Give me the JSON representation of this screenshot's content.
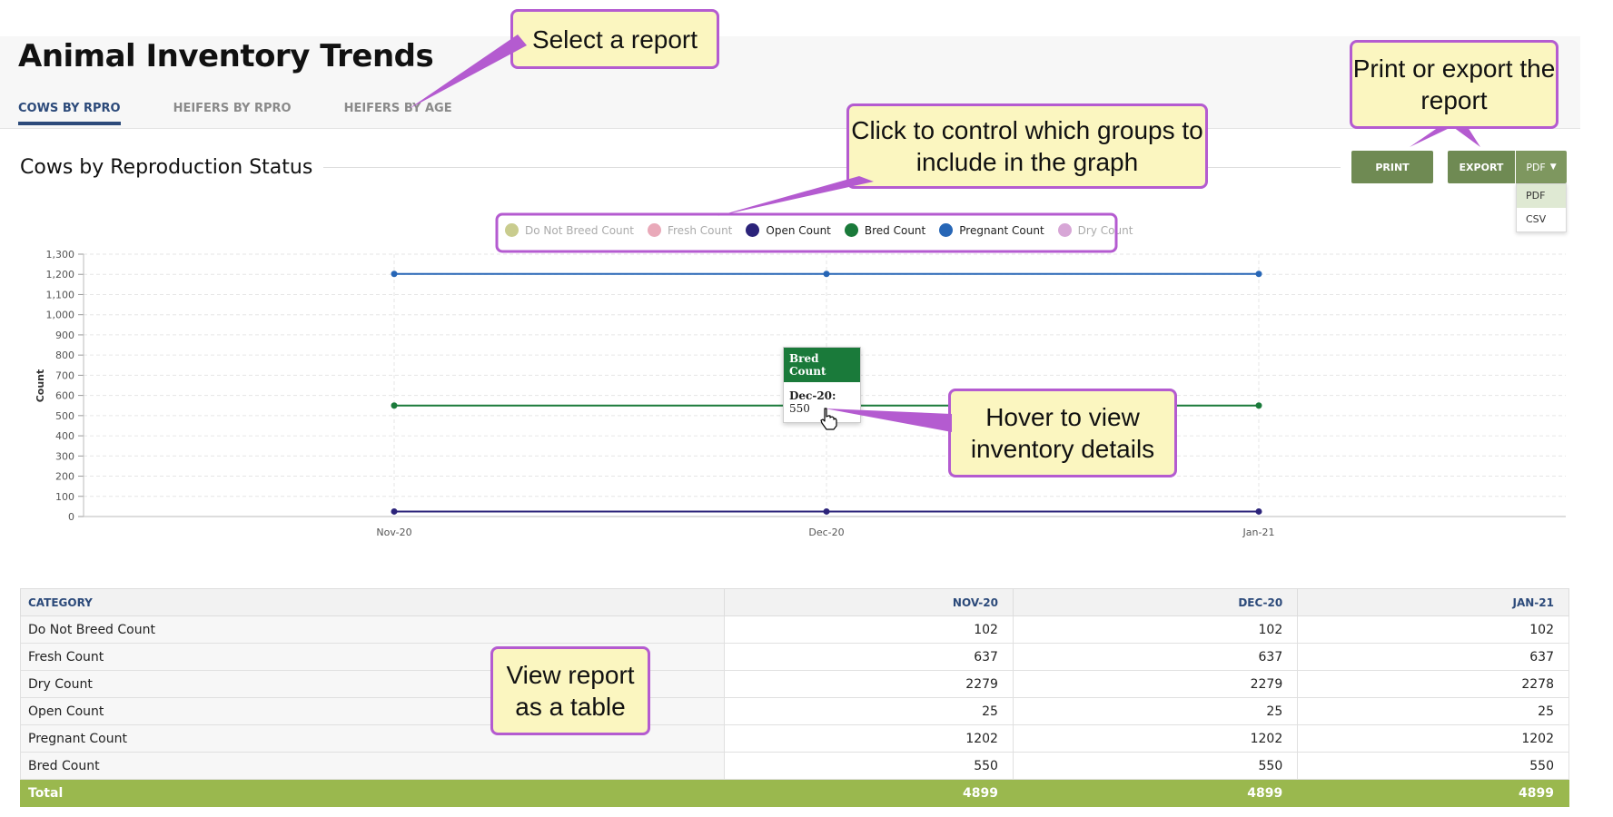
{
  "page": {
    "title": "Animal Inventory Trends",
    "tabs": [
      {
        "label": "COWS BY RPRO",
        "active": true
      },
      {
        "label": "HEIFERS BY RPRO",
        "active": false
      },
      {
        "label": "HEIFERS BY AGE",
        "active": false
      }
    ]
  },
  "section": {
    "title": "Cows by Reproduction Status",
    "print_label": "PRINT",
    "export_label": "EXPORT",
    "format_label": "PDF",
    "format_options": [
      "PDF",
      "CSV"
    ]
  },
  "legend": [
    {
      "label": "Do Not Breed Count",
      "color": "#c9cc8e",
      "active": false
    },
    {
      "label": "Fresh Count",
      "color": "#e9a9b9",
      "active": false
    },
    {
      "label": "Open Count",
      "color": "#2b237a",
      "active": true
    },
    {
      "label": "Bred Count",
      "color": "#1a7a3a",
      "active": true
    },
    {
      "label": "Pregnant Count",
      "color": "#2766b6",
      "active": true
    },
    {
      "label": "Dry Count",
      "color": "#d7a6d6",
      "active": false
    }
  ],
  "chart_data": {
    "type": "line",
    "categories": [
      "Nov-20",
      "Dec-20",
      "Jan-21"
    ],
    "ylabel": "Count",
    "ylim": [
      0,
      1300
    ],
    "yticks": [
      "0",
      "100",
      "200",
      "300",
      "400",
      "500",
      "600",
      "700",
      "800",
      "900",
      "1,000",
      "1,100",
      "1,200",
      "1,300"
    ],
    "grid": true,
    "legend_position": "top-center",
    "series": [
      {
        "name": "Pregnant Count",
        "values": [
          1202,
          1202,
          1202
        ],
        "color": "#2766b6"
      },
      {
        "name": "Bred Count",
        "values": [
          550,
          550,
          550
        ],
        "color": "#1a7a3a"
      },
      {
        "name": "Open Count",
        "values": [
          25,
          25,
          25
        ],
        "color": "#2b237a"
      }
    ]
  },
  "tooltip": {
    "title": "Bred Count",
    "label": "Dec-20:",
    "value": "550"
  },
  "table": {
    "headers": [
      "CATEGORY",
      "NOV-20",
      "DEC-20",
      "JAN-21"
    ],
    "rows": [
      [
        "Do Not Breed Count",
        "102",
        "102",
        "102"
      ],
      [
        "Fresh Count",
        "637",
        "637",
        "637"
      ],
      [
        "Dry Count",
        "2279",
        "2279",
        "2278"
      ],
      [
        "Open Count",
        "25",
        "25",
        "25"
      ],
      [
        "Pregnant Count",
        "1202",
        "1202",
        "1202"
      ],
      [
        "Bred Count",
        "550",
        "550",
        "550"
      ]
    ],
    "total": [
      "Total",
      "4899",
      "4899",
      "4899"
    ]
  },
  "callouts": {
    "select_report": "Select a report",
    "print_export": "Print or export the report",
    "control_groups": "Click to control which groups to include in the graph",
    "hover_details": "Hover to view inventory details",
    "view_table": "View report as a table"
  }
}
